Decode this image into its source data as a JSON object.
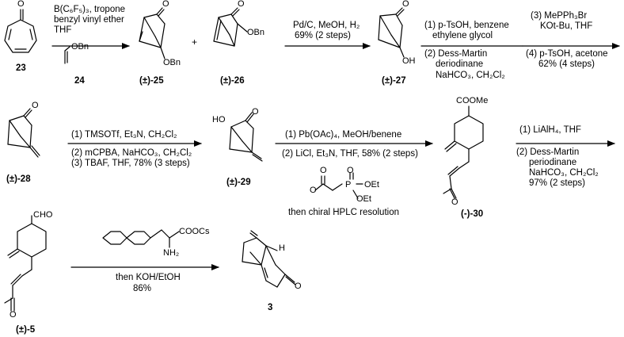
{
  "compounds": {
    "c23": "23",
    "c24": "24",
    "c25": "(±)-25",
    "c26": "(±)-26",
    "c27": "(±)-27",
    "c28": "(±)-28",
    "c29": "(±)-29",
    "c30": "(-)-30",
    "c5": "(±)-5",
    "c3": "3"
  },
  "atoms": {
    "O": "O",
    "OBn": "OBn",
    "OH": "OH",
    "HO": "HO",
    "H": "H",
    "COOMe": "COOMe",
    "CHO": "CHO",
    "COOCs": "COOCs",
    "NH2": "NH₂",
    "P": "P",
    "OEt1": "OEt",
    "OEt2": "OEt"
  },
  "plus": "+",
  "steps": {
    "s1": [
      "B(C₆F₅)₃, tropone",
      "benzyl vinyl ether",
      "THF"
    ],
    "s2": [
      "Pd/C, MeOH, H₂",
      "69% (2 steps)"
    ],
    "s3": [
      "(1) p-TsOH, benzene",
      "ethylene glycol",
      "(2) Dess-Martin",
      "deriodinane",
      "NaHCO₃, CH₂Cl₂"
    ],
    "s4": [
      "(3) MePPh₃Br",
      "KOt-Bu, THF",
      "(4) p-TsOH, acetone",
      "62% (4 steps)"
    ],
    "s5": [
      "(1) TMSOTf, Et₃N, CH₂Cl₂",
      "(2) mCPBA, NaHCO₃, CH₂Cl₂",
      "(3) TBAF, THF, 78% (3 steps)"
    ],
    "s6": [
      "(1) Pb(OAc)₄, MeOH/benene",
      "(2) LiCl, Et₃N, THF, 58% (2 steps)",
      "then chiral HPLC resolution"
    ],
    "s7": [
      "(1) LiAlH₄, THF",
      "(2) Dess-Martin",
      "periodinane",
      "NaHCO₃, CH₂Cl₂",
      "97% (2 steps)"
    ],
    "s8": [
      "then KOH/EtOH",
      "86%"
    ]
  }
}
